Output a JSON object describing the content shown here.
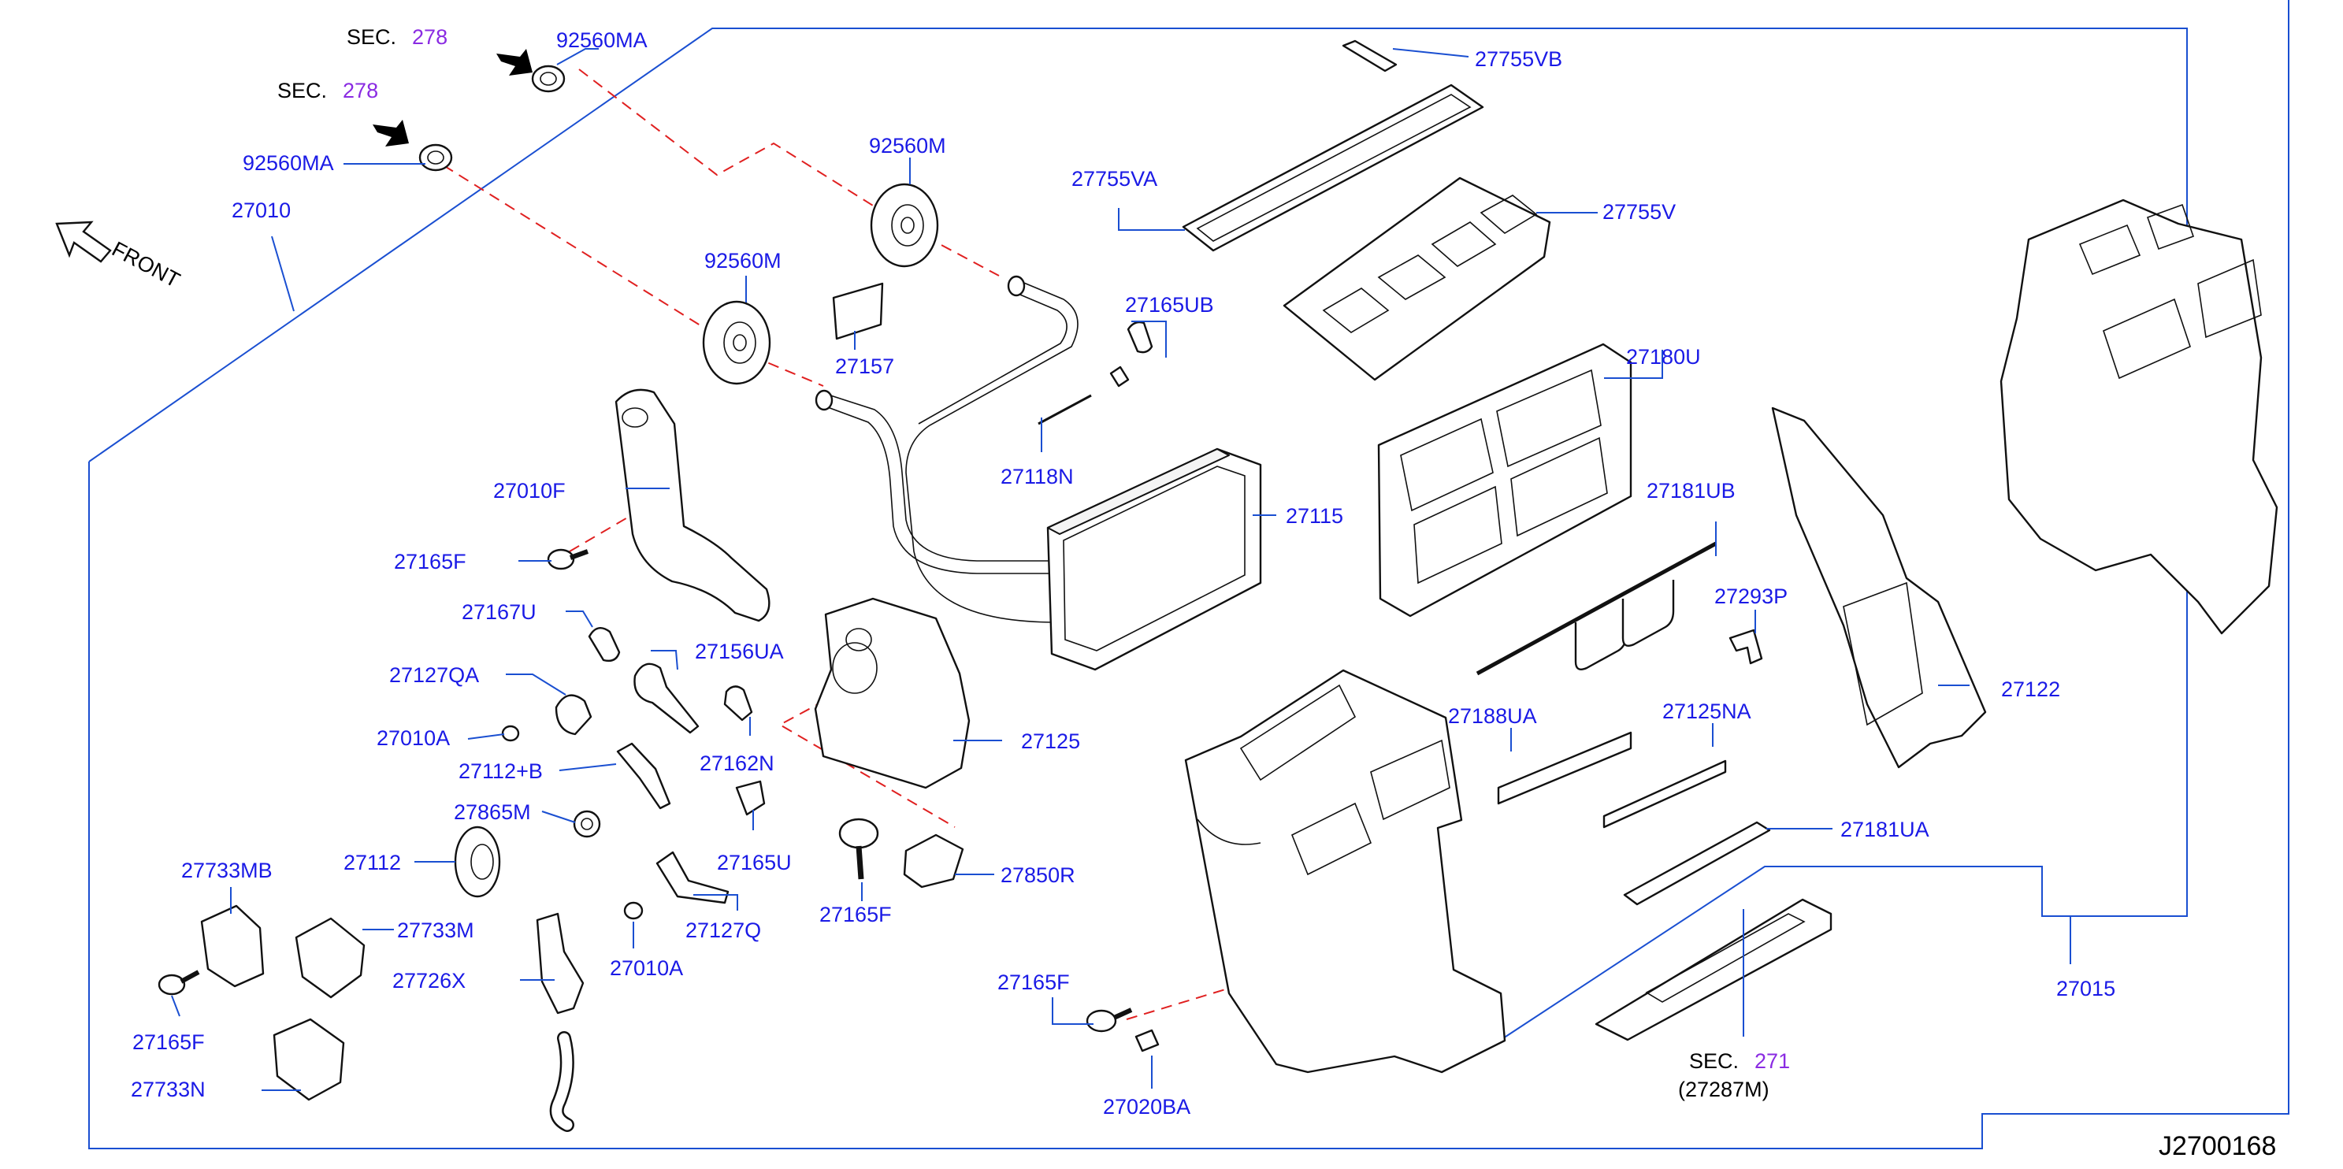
{
  "diagram_code": "J2700168",
  "front_label": "FRONT",
  "sec_prefix": "SEC.",
  "sections": {
    "a": "278",
    "b": "278",
    "c": "271"
  },
  "sec_c_note": "(27287M)",
  "labels": {
    "p92560MA_top": "92560MA",
    "p92560MA_left": "92560MA",
    "p27010": "27010",
    "p92560M_upper": "92560M",
    "p92560M_lower": "92560M",
    "p27157": "27157",
    "p27755VB": "27755VB",
    "p27755VA": "27755VA",
    "p27755V": "27755V",
    "p27165UB": "27165UB",
    "p27180U": "27180U",
    "p27118N": "27118N",
    "p27115": "27115",
    "p27010F": "27010F",
    "p27165F_a": "27165F",
    "p27167U": "27167U",
    "p27156UA": "27156UA",
    "p27127QA": "27127QA",
    "p27010A_a": "27010A",
    "p27162N": "27162N",
    "p27125": "27125",
    "p27112B": "27112+B",
    "p27865M": "27865M",
    "p27165U": "27165U",
    "p27112": "27112",
    "p27165F_b": "27165F",
    "p27850R": "27850R",
    "p27733MB": "27733MB",
    "p27733M": "27733M",
    "p27127Q": "27127Q",
    "p27726X": "27726X",
    "p27010A_b": "27010A",
    "p27165F_c": "27165F",
    "p27733N": "27733N",
    "p27165F_d": "27165F",
    "p27020BA": "27020BA",
    "p27181UB": "27181UB",
    "p27293P": "27293P",
    "p27188UA": "27188UA",
    "p27125NA": "27125NA",
    "p27181UA": "27181UA",
    "p27122": "27122",
    "p27015": "27015"
  }
}
